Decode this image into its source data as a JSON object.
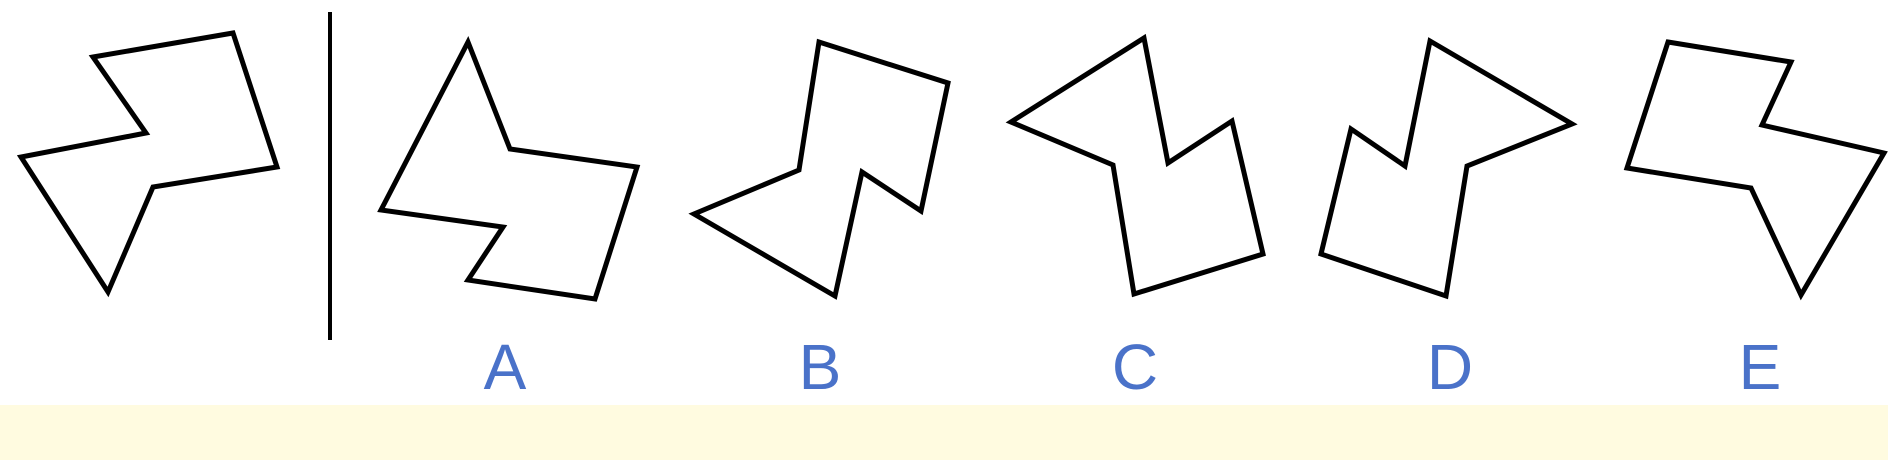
{
  "options": [
    {
      "label": "A"
    },
    {
      "label": "B"
    },
    {
      "label": "C"
    },
    {
      "label": "D"
    },
    {
      "label": "E"
    }
  ],
  "colors": {
    "label": "#4a72c9",
    "outline": "#000000",
    "footer": "#fffbe0",
    "background": "#ffffff"
  }
}
